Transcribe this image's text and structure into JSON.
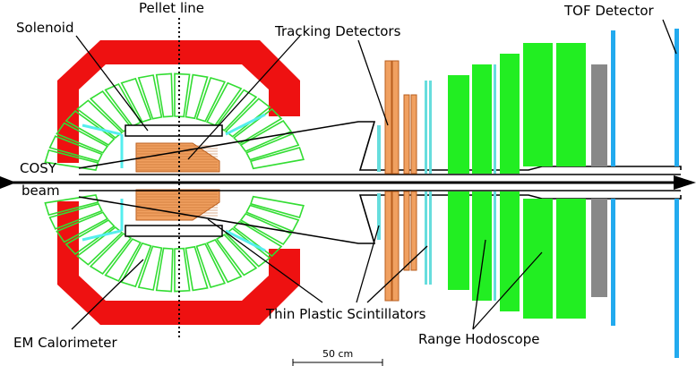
{
  "labels": {
    "pellet_line": "Pellet line",
    "solenoid": "Solenoid",
    "tracking_detectors": "Tracking Detectors",
    "tof_detector": "TOF Detector",
    "cosy": "COSY",
    "beam": "beam",
    "thin_plastic_scintillators": "Thin Plastic Scintillators",
    "range_hodoscope": "Range Hodoscope",
    "em_calorimeter": "EM Calorimeter",
    "scale_bar": "50 cm"
  },
  "colors": {
    "calorimeter_yoke": "#ee1111",
    "crystals": "#33dd33",
    "solenoid_inner": "#55eeee",
    "tracker": "#f0a060",
    "tracker_stroke": "#b85e1e",
    "scintillator": "#66dddd",
    "hodoscope": "#22ee22",
    "absorber": "#888888",
    "tof": "#22aaee"
  }
}
